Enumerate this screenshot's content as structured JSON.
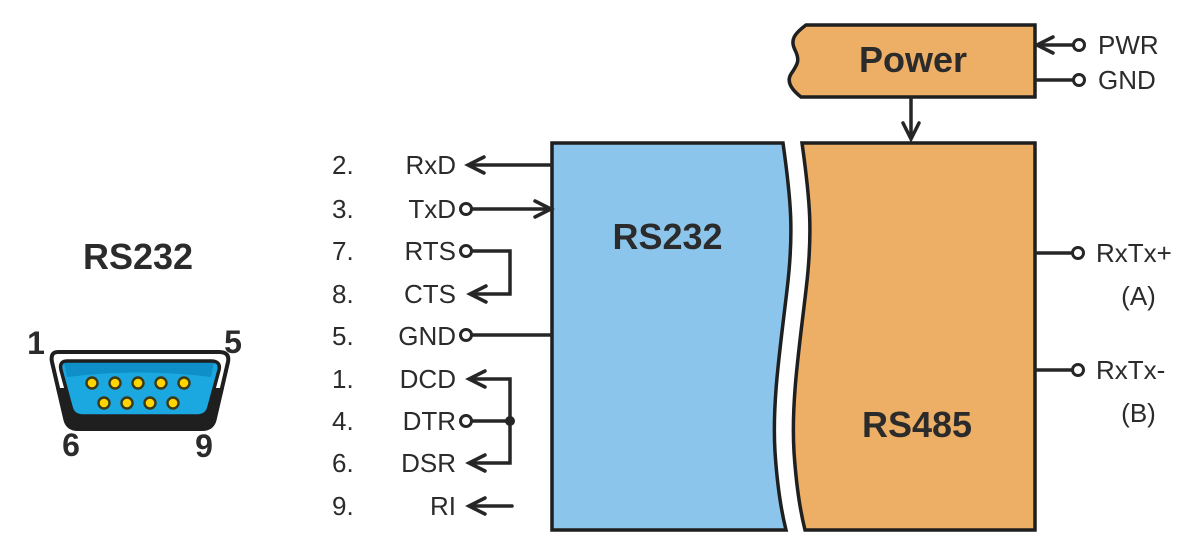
{
  "colors": {
    "box_blue": "#8CC5EC",
    "box_orange": "#EDAE66",
    "connector_blue": "#1BA7E0",
    "connector_blue_dark": "#0E8FC8",
    "pin_yellow": "#FFD400",
    "line": "#262626",
    "text": "#2b2b2b"
  },
  "connector": {
    "title": "RS232",
    "corner_pins": {
      "top_left": "1",
      "top_right": "5",
      "bottom_left": "6",
      "bottom_right": "9"
    }
  },
  "blocks": {
    "rs232_label": "RS232",
    "rs485_label": "RS485",
    "power_label": "Power"
  },
  "pins": [
    {
      "num": "2.",
      "label": "RxD"
    },
    {
      "num": "3.",
      "label": "TxD"
    },
    {
      "num": "7.",
      "label": "RTS"
    },
    {
      "num": "8.",
      "label": "CTS"
    },
    {
      "num": "5.",
      "label": "GND"
    },
    {
      "num": "1.",
      "label": "DCD"
    },
    {
      "num": "4.",
      "label": "DTR"
    },
    {
      "num": "6.",
      "label": "DSR"
    },
    {
      "num": "9.",
      "label": "RI"
    }
  ],
  "power_terminals": [
    {
      "label": "PWR"
    },
    {
      "label": "GND"
    }
  ],
  "rs485_terminals": [
    {
      "label": "RxTx+",
      "sub": "(A)"
    },
    {
      "label": "RxTx-",
      "sub": "(B)"
    }
  ]
}
